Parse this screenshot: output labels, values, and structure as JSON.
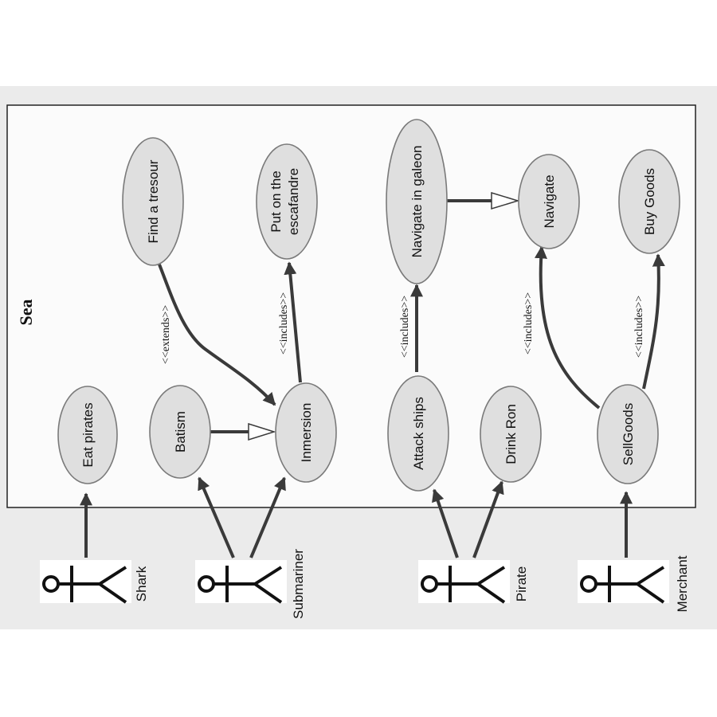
{
  "diagram": {
    "boundary_title": "Sea",
    "actors": [
      {
        "id": "shark",
        "name": "Shark"
      },
      {
        "id": "submariner",
        "name": "Submariner"
      },
      {
        "id": "pirate",
        "name": "Pirate"
      },
      {
        "id": "merchant",
        "name": "Merchant"
      }
    ],
    "use_cases": [
      {
        "id": "eat-pirates",
        "lines": [
          "Eat pirates"
        ]
      },
      {
        "id": "batism",
        "lines": [
          "Batism"
        ]
      },
      {
        "id": "inmersion",
        "lines": [
          "Inmersion"
        ]
      },
      {
        "id": "find-tresour",
        "lines": [
          "Find a tresour"
        ]
      },
      {
        "id": "escafandre",
        "lines": [
          "Put on the",
          "escafandre"
        ]
      },
      {
        "id": "attack-ships",
        "lines": [
          "Attack ships"
        ]
      },
      {
        "id": "drink-ron",
        "lines": [
          "Drink Ron"
        ]
      },
      {
        "id": "navigate-galeon",
        "lines": [
          "Navigate in galeon"
        ]
      },
      {
        "id": "navigate",
        "lines": [
          "Navigate"
        ]
      },
      {
        "id": "sellgoods",
        "lines": [
          "SellGoods"
        ]
      },
      {
        "id": "buy-goods",
        "lines": [
          "Buy Goods"
        ]
      }
    ],
    "relations": [
      {
        "from": "shark",
        "to": "eat-pirates",
        "kind": "association"
      },
      {
        "from": "submariner",
        "to": "batism",
        "kind": "association"
      },
      {
        "from": "submariner",
        "to": "inmersion",
        "kind": "association"
      },
      {
        "from": "pirate",
        "to": "attack-ships",
        "kind": "association"
      },
      {
        "from": "pirate",
        "to": "drink-ron",
        "kind": "association"
      },
      {
        "from": "merchant",
        "to": "sellgoods",
        "kind": "association"
      },
      {
        "from": "batism",
        "to": "inmersion",
        "kind": "generalization"
      },
      {
        "from": "navigate-galeon",
        "to": "navigate",
        "kind": "generalization"
      },
      {
        "from": "find-tresour",
        "to": "inmersion",
        "kind": "extend",
        "label": "<<extends>>"
      },
      {
        "from": "inmersion",
        "to": "escafandre",
        "kind": "include",
        "label": "<<includes>>"
      },
      {
        "from": "attack-ships",
        "to": "navigate-galeon",
        "kind": "include",
        "label": "<<includes>>"
      },
      {
        "from": "sellgoods",
        "to": "navigate",
        "kind": "include",
        "label": "<<includes>>"
      },
      {
        "from": "sellgoods",
        "to": "buy-goods",
        "kind": "include",
        "label": "<<includes>>"
      }
    ]
  }
}
